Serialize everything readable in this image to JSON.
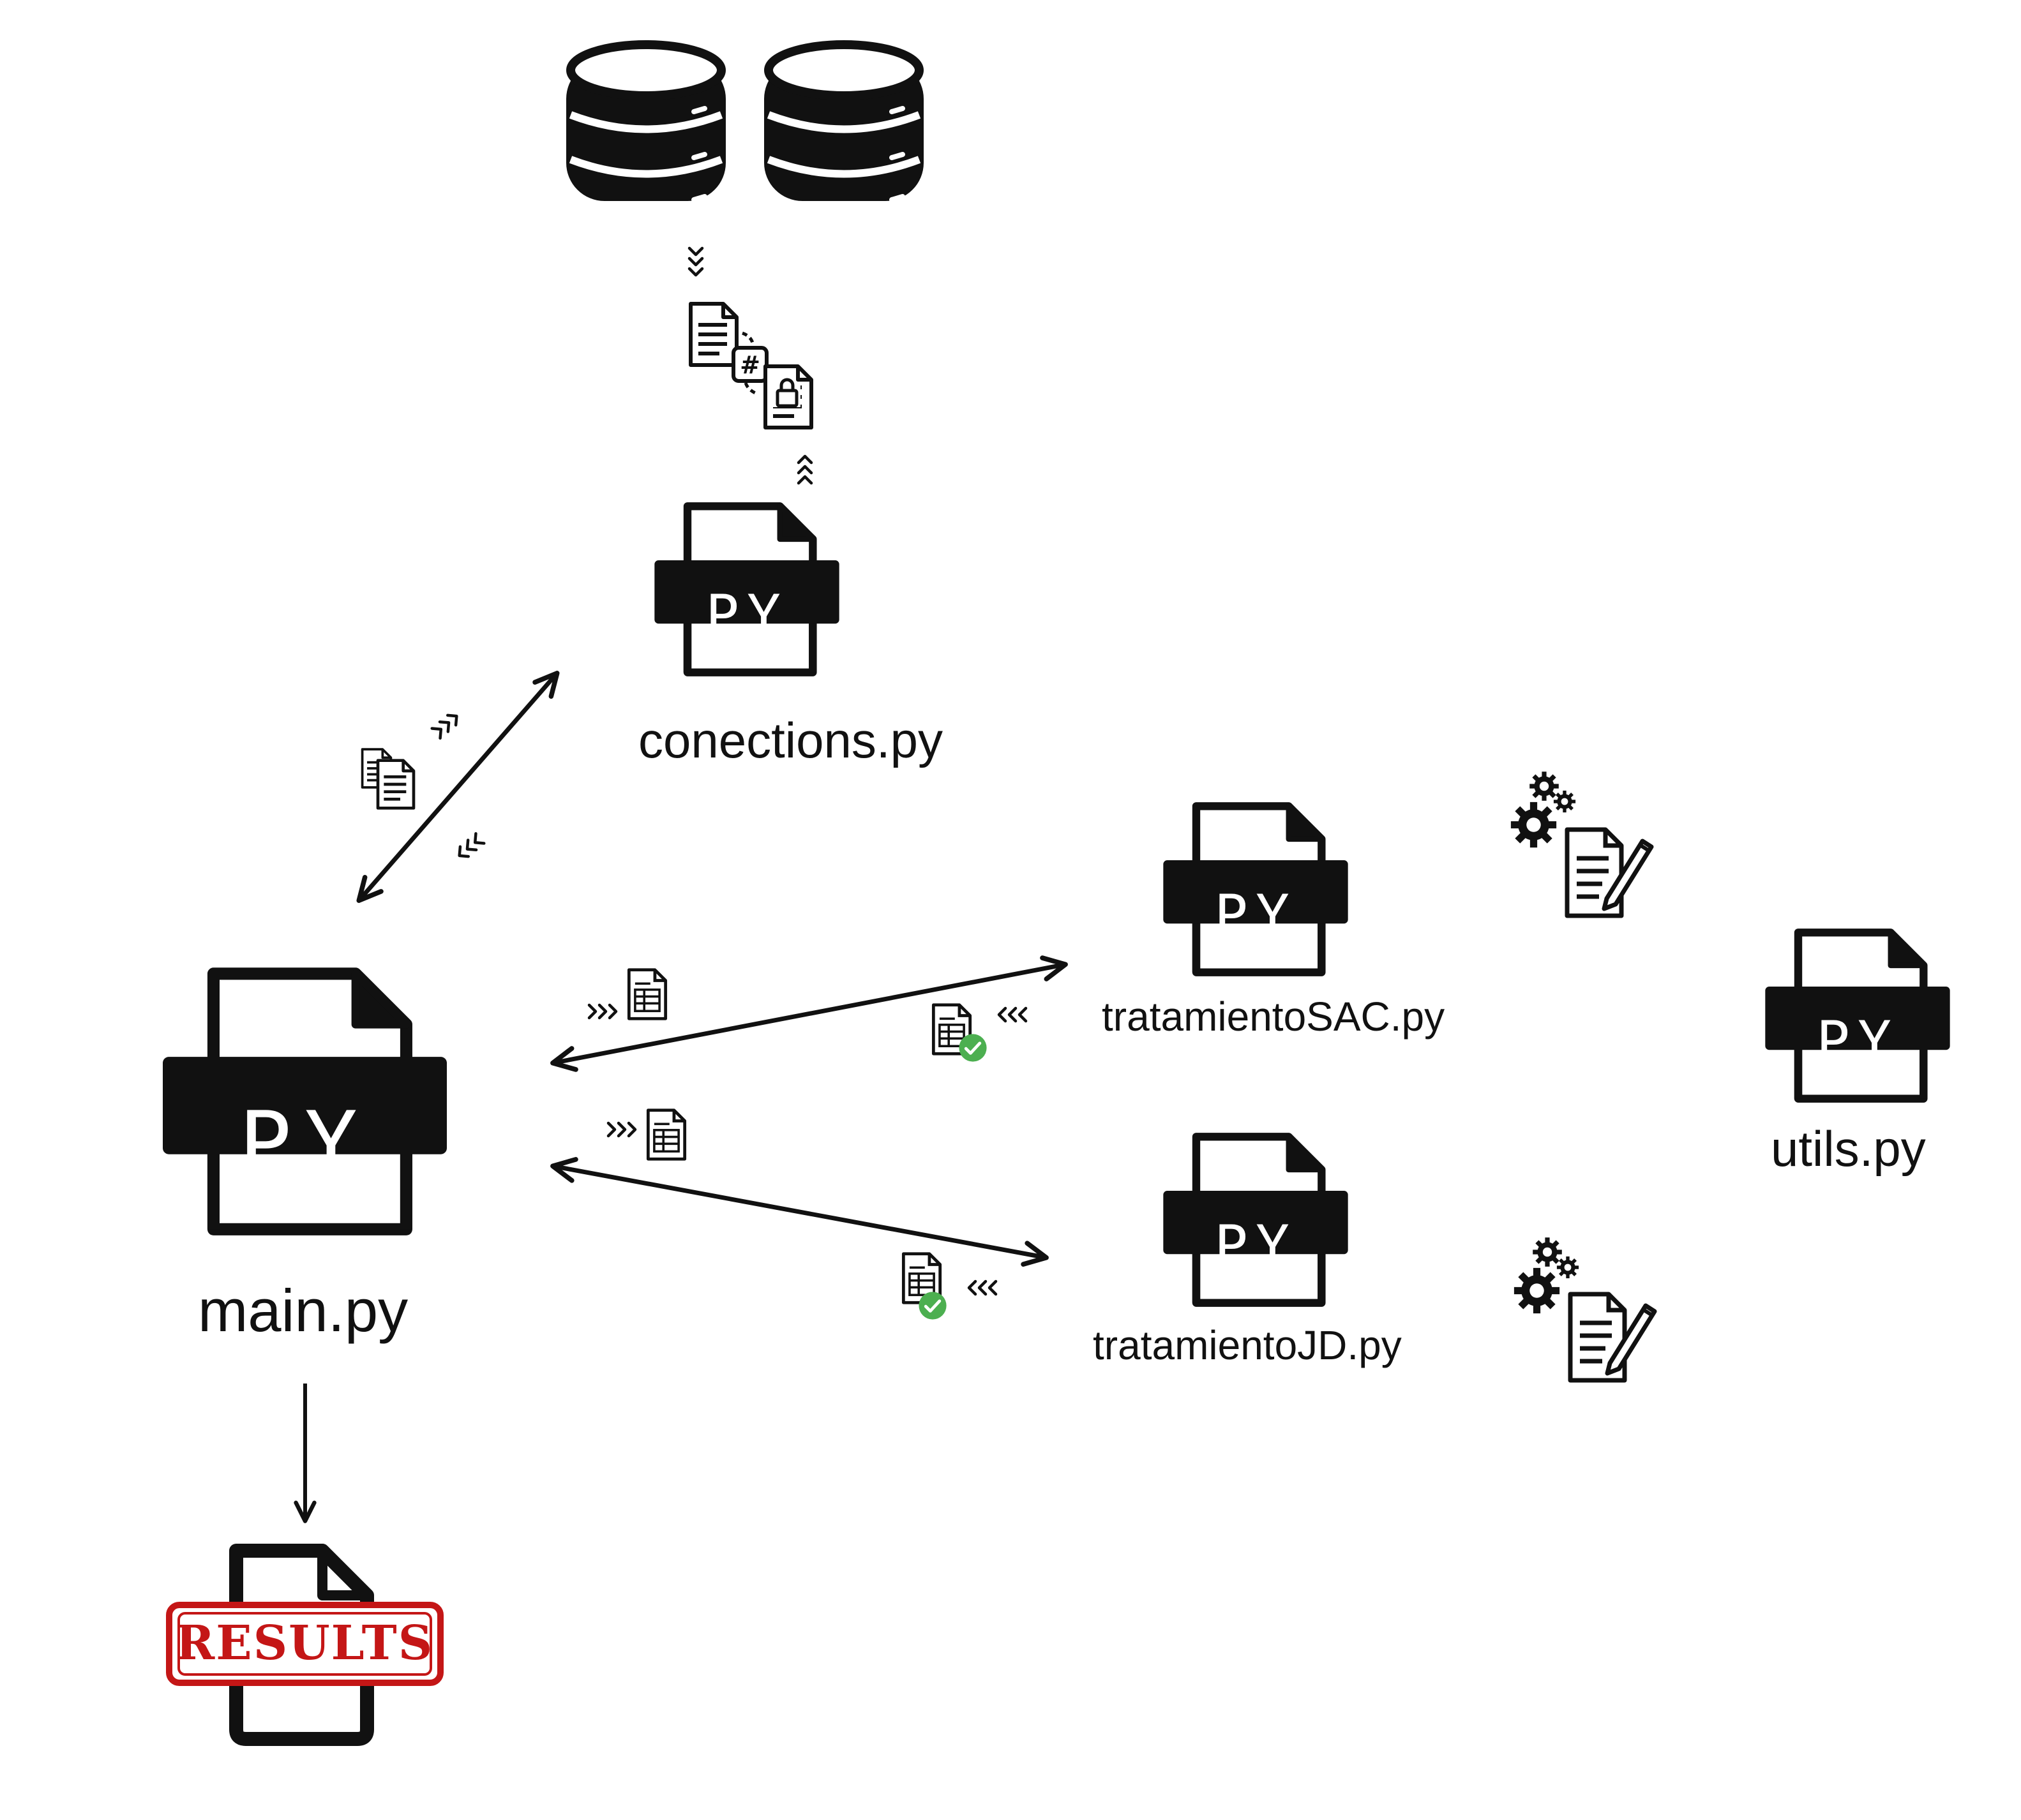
{
  "diagram": {
    "nodes": {
      "main": {
        "label": "main.py",
        "badge": "PY"
      },
      "conections": {
        "label": "conections.py",
        "badge": "PY"
      },
      "tratamientoSAC": {
        "label": "tratamientoSAC.py",
        "badge": "PY"
      },
      "tratamientoJD": {
        "label": "tratamientoJD.py",
        "badge": "PY"
      },
      "utils": {
        "label": "utils.py",
        "badge": "PY"
      }
    },
    "results": {
      "stamp": "RESULTS"
    },
    "colors": {
      "ink": "#111111",
      "stamp": "#c41616",
      "check": "#4caf50"
    },
    "icons": [
      "database-icon",
      "encrypted-document-icon",
      "copy-documents-icon",
      "spreadsheet-document-icon",
      "approved-document-icon",
      "gears-icon",
      "edit-document-icon",
      "results-file-icon"
    ]
  }
}
